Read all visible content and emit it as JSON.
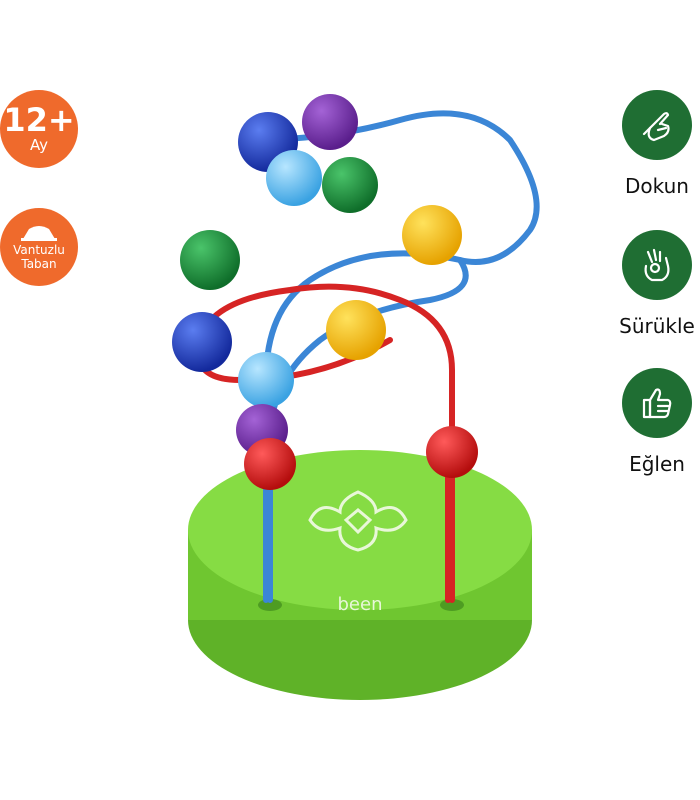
{
  "badges": {
    "age": {
      "value": "12+",
      "unit": "Ay"
    },
    "base": {
      "line1": "Vantuzlu",
      "line2": "Taban"
    }
  },
  "features": [
    {
      "label": "Dokun",
      "icon": "pointing-hand-icon"
    },
    {
      "label": "Sürükle",
      "icon": "pinching-hand-icon"
    },
    {
      "label": "Eğlen",
      "icon": "thumbs-up-icon"
    }
  ],
  "product": {
    "brand": "been"
  },
  "colors": {
    "badge": "#ef6a2c",
    "icon_circle": "#1f6e33",
    "base": "#7ed63a"
  }
}
